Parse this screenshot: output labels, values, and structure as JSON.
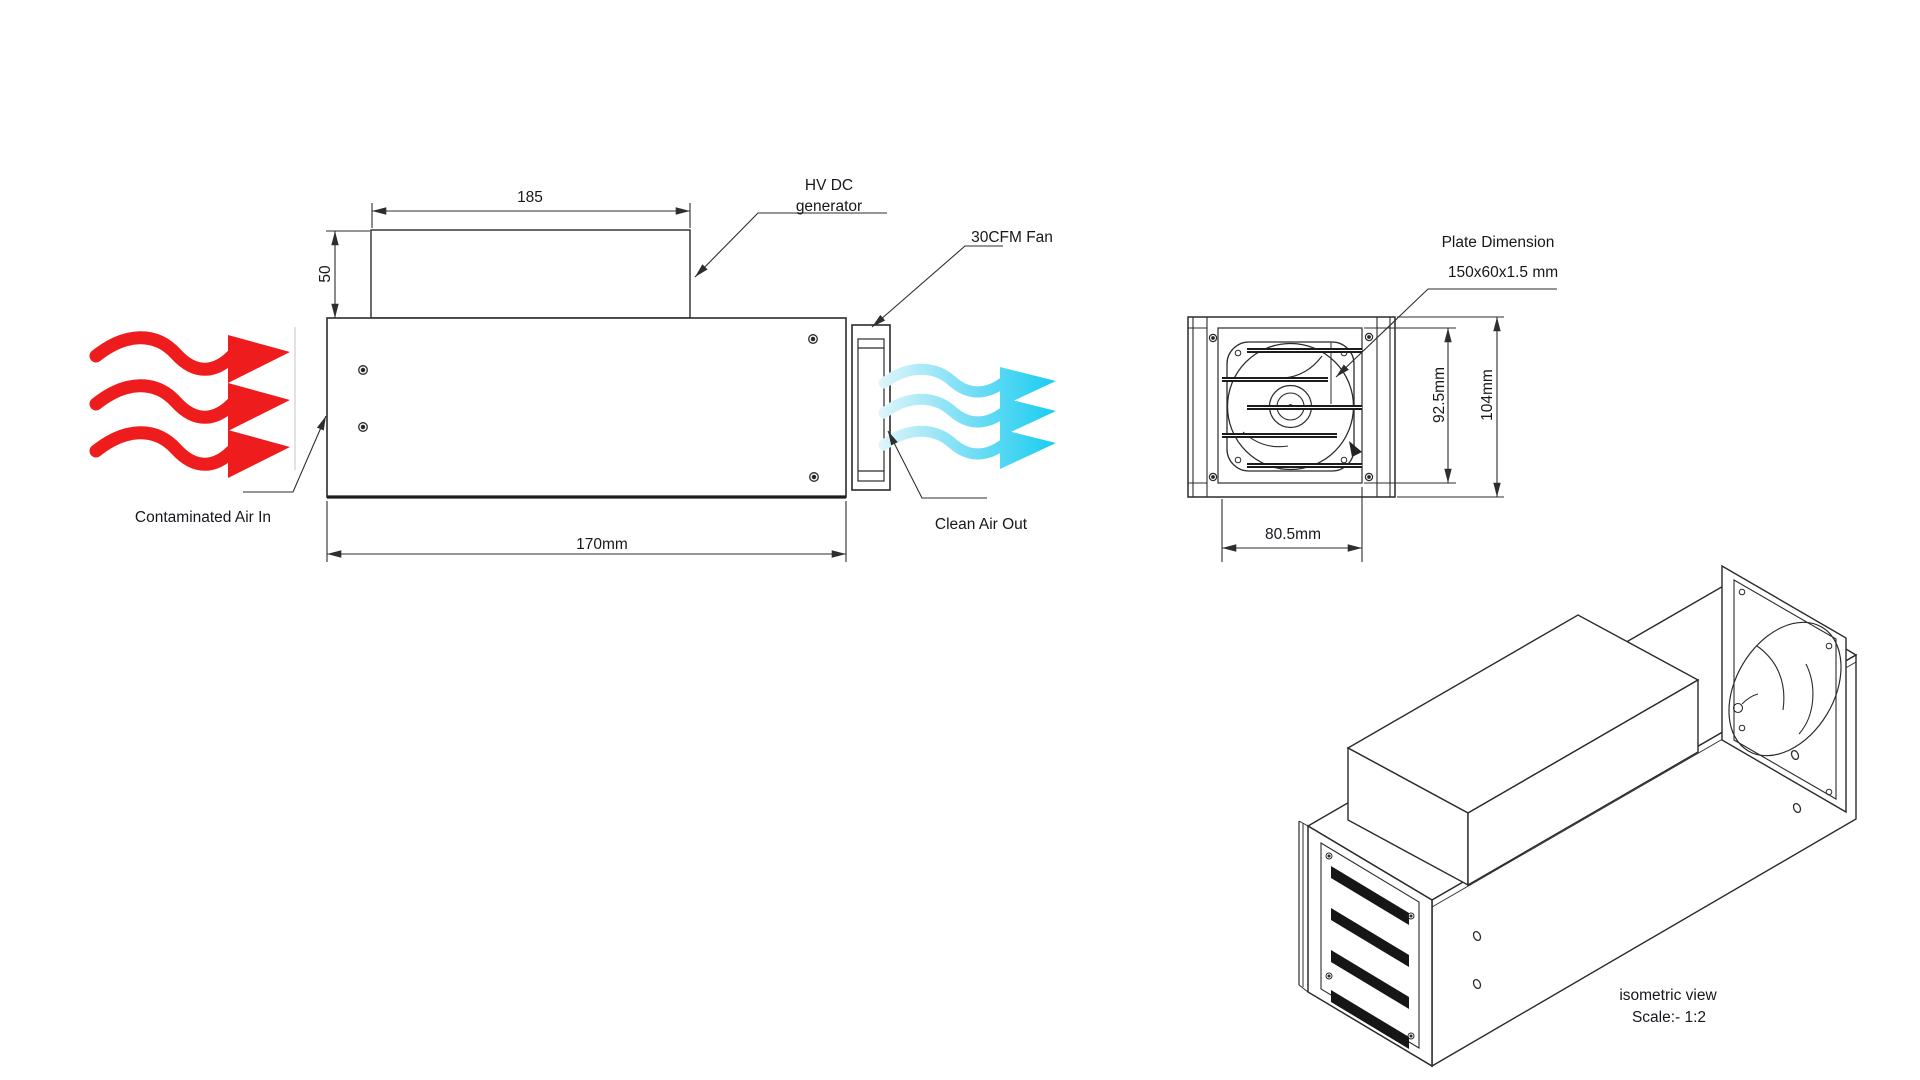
{
  "colors": {
    "air_in_red": "#ee1c1c",
    "air_out_cyan": "#1bcdf0",
    "line": "#2b2b2b"
  },
  "side_view": {
    "dim_width_top": "185",
    "dim_height_generator": "50",
    "dim_length": "170mm",
    "label_generator_line1": "HV DC",
    "label_generator_line2": "generator",
    "label_fan": "30CFM Fan",
    "label_air_in": "Contaminated Air In",
    "label_air_out": "Clean Air Out"
  },
  "front_view": {
    "label_plate_title": "Plate Dimension",
    "label_plate_size": "150x60x1.5 mm",
    "dim_height_inner": "92.5mm",
    "dim_height_outer": "104mm",
    "dim_width_bottom": "80.5mm"
  },
  "isometric_view": {
    "caption_line1": "isometric view",
    "caption_line2": "Scale:- 1:2"
  }
}
